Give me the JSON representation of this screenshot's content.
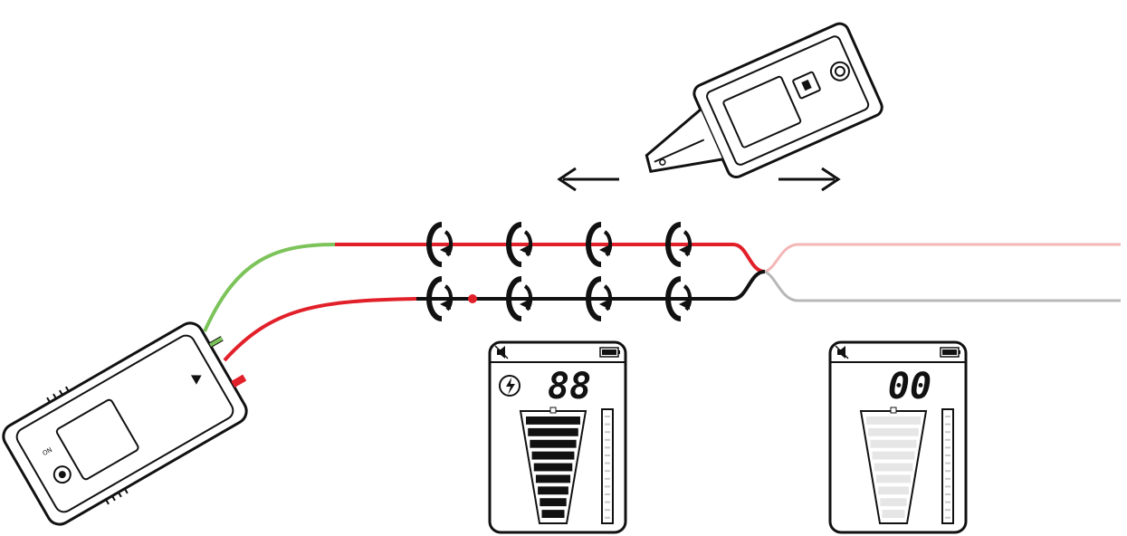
{
  "diagram": {
    "directions": [
      "left",
      "right"
    ],
    "colors": {
      "line": "#111111",
      "red_wire": "#e2202a",
      "green_wire": "#7cc35a",
      "faded_red": "#f4b6b6",
      "faded_grey": "#b8b8b8",
      "bar_lit": "#111111",
      "bar_unlit": "#e6e6e6"
    },
    "meters": [
      {
        "reading": "88",
        "bars_lit": 9,
        "bars_total": 9,
        "icon": "lightning-circle-icon"
      },
      {
        "reading": "00",
        "bars_lit": 0,
        "bars_total": 9,
        "icon": ""
      }
    ],
    "signal_rings_per_wire": 4
  }
}
